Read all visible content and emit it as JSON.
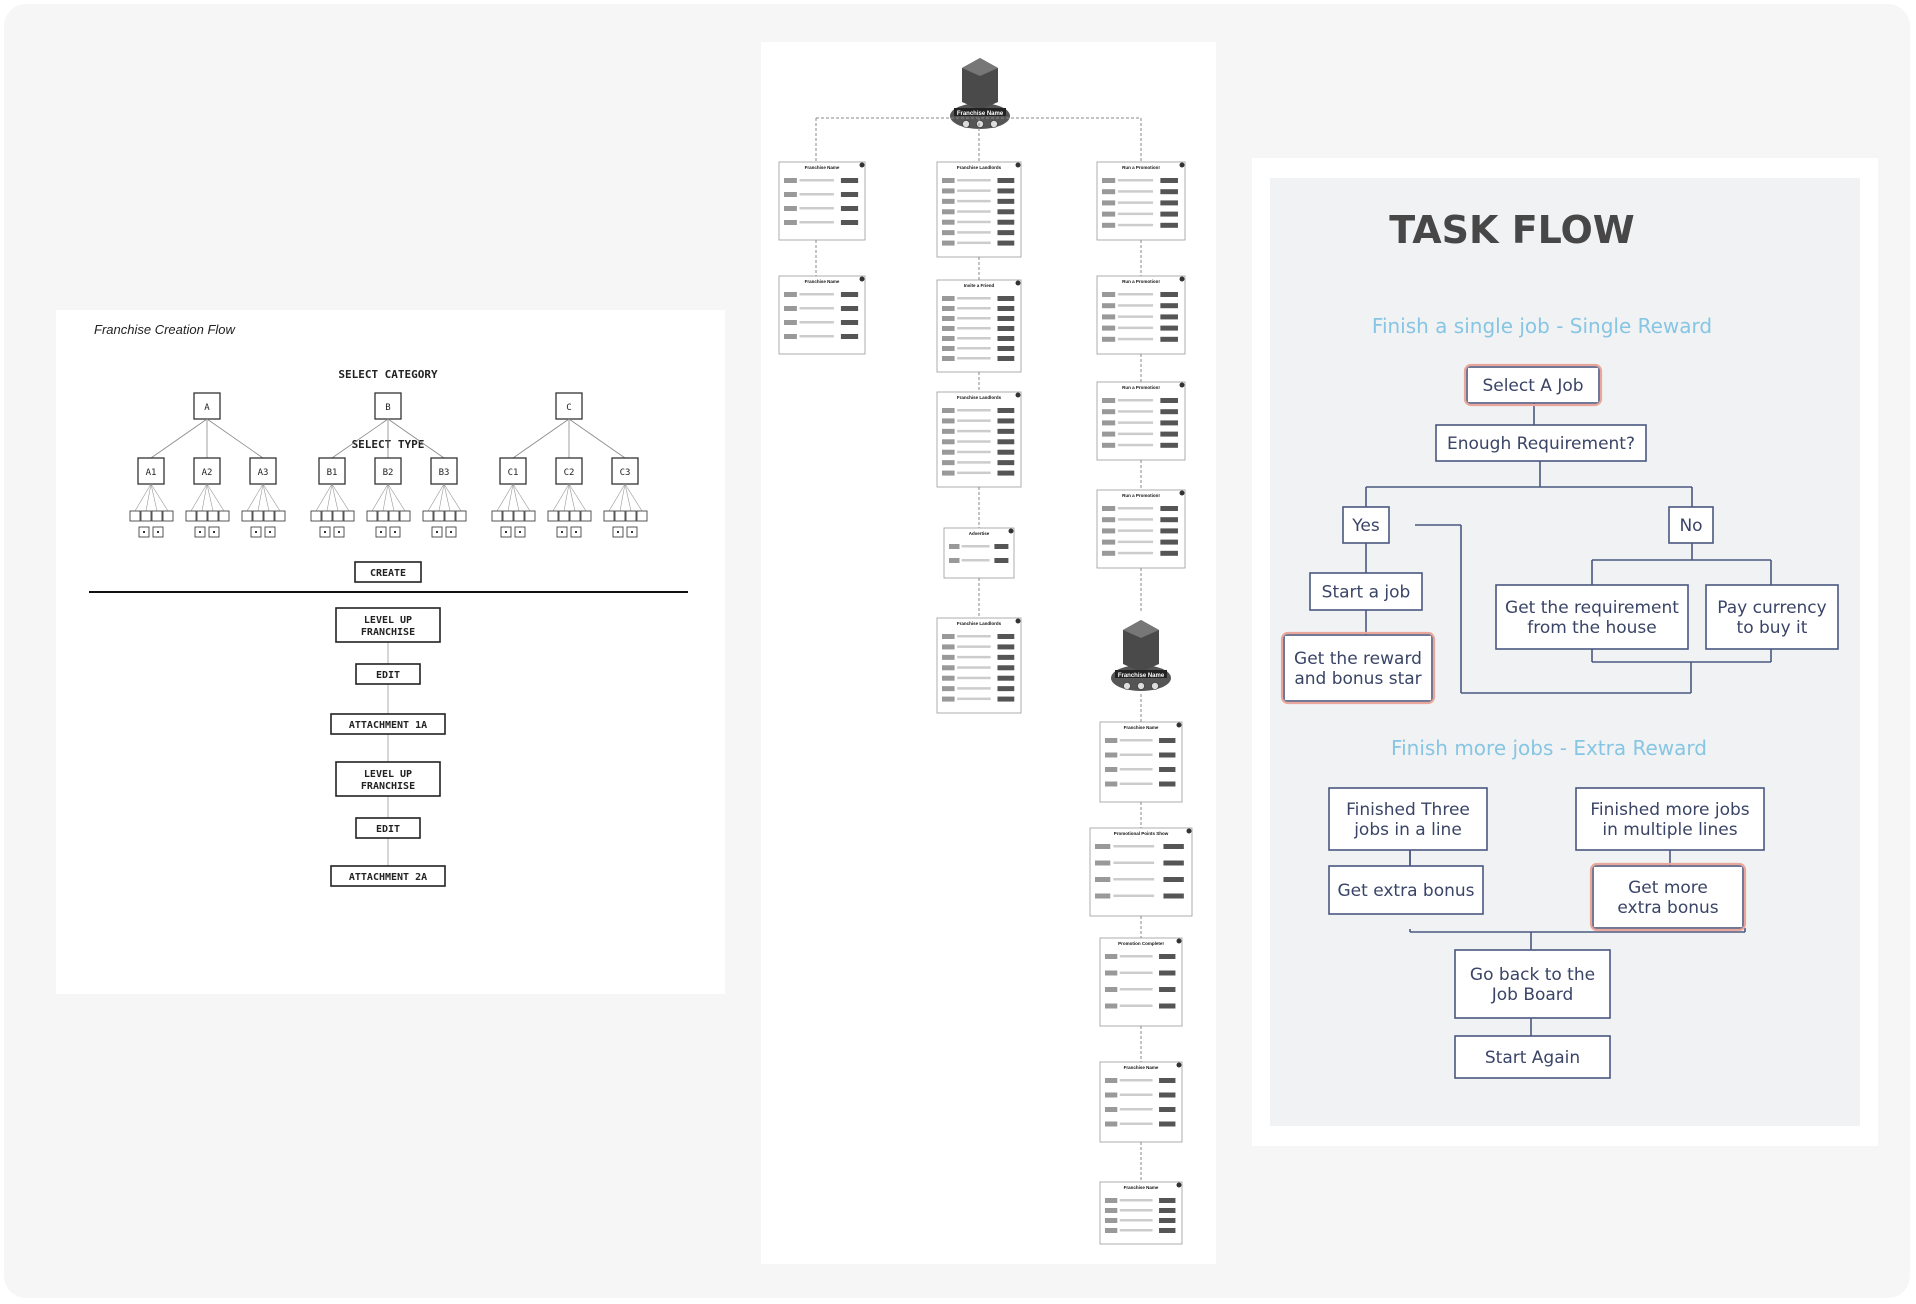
{
  "franchise_flow": {
    "title": "Franchise Creation Flow",
    "select_category": "SELECT CATEGORY",
    "select_type": "SELECT TYPE",
    "categories": [
      {
        "label": "A",
        "types": [
          "A1",
          "A2",
          "A3"
        ]
      },
      {
        "label": "B",
        "types": [
          "B1",
          "B2",
          "B3"
        ]
      },
      {
        "label": "C",
        "types": [
          "C1",
          "C2",
          "C3"
        ]
      }
    ],
    "create": "CREATE",
    "steps": [
      "LEVEL UP\nFRANCHISE",
      "EDIT",
      "ATTACHMENT 1A",
      "LEVEL UP\nFRANCHISE",
      "EDIT",
      "ATTACHMENT 2A"
    ]
  },
  "mockup_flow": {
    "hub_title": "Franchise Name",
    "screens_col1": [
      "Franchise Name",
      "Franchise Name"
    ],
    "screens_col2": [
      "Franchise Landlords",
      "Invite a Friend",
      "Franchise Landlords",
      "Advertise",
      "Franchise Landlords"
    ],
    "screens_col3": [
      "Run a Promotion!",
      "Run a Promotion!",
      "Run a Promotion!",
      "Run a Promotion!"
    ],
    "screens_col3_lower": [
      "Franchise Name",
      "Promotional Points Show",
      "Promotion Complete!",
      "Franchise Name",
      "Franchise Name"
    ]
  },
  "task_flow": {
    "title": "TASK FLOW",
    "section1": "Finish a single job - Single Reward",
    "section2": "Finish more jobs - Extra Reward",
    "nodes": {
      "select_job": "Select A Job",
      "enough_req": "Enough Requirement?",
      "yes": "Yes",
      "no": "No",
      "start_job": "Start a job",
      "get_reward": "Get the reward\nand bonus star",
      "get_req_house": "Get the requirement\nfrom the house",
      "pay_currency": "Pay currency\nto buy it",
      "finished_three": "Finished Three\njobs in a line",
      "finished_more": "Finished more jobs\nin multiple lines",
      "get_extra": "Get extra bonus",
      "get_more_extra": "Get more\nextra bonus",
      "go_back": "Go back to the\nJob Board",
      "start_again": "Start Again"
    },
    "colors": {
      "box_border": "#4a5880",
      "box_text": "#3a4466",
      "section": "#86c5e3",
      "highlight": "#e8a79a",
      "title": "#474747"
    }
  }
}
